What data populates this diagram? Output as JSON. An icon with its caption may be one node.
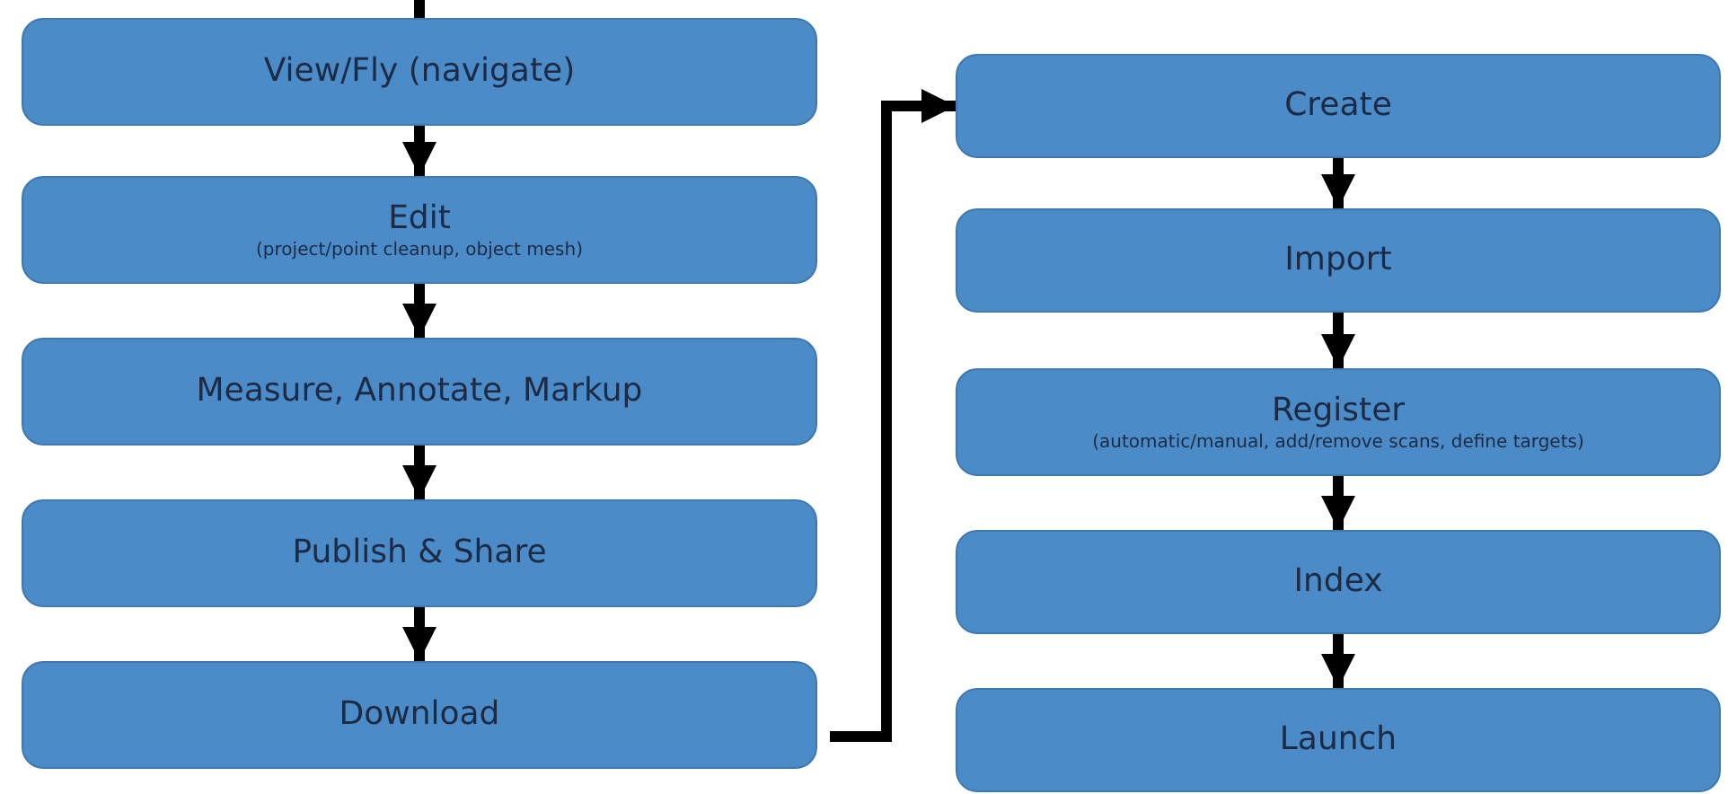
{
  "diagram": {
    "nodes": [
      {
        "text": [
          "View/Fly (navigate)"
        ]
      },
      {
        "text": [
          "Edit",
          "(project/point cleanup, object mesh)"
        ]
      },
      {
        "text": [
          "Measure, Annotate, Markup"
        ]
      },
      {
        "text": [
          "Publish & Share"
        ]
      },
      {
        "text": [
          "Download"
        ]
      },
      {
        "text": [
          "Create"
        ]
      },
      {
        "text": [
          "Import"
        ]
      },
      {
        "text": [
          "Register",
          "(automatic/manual, add/remove scans, define targets)"
        ]
      },
      {
        "text": [
          "Index"
        ]
      },
      {
        "text": [
          "Launch"
        ]
      }
    ],
    "edges": [
      {
        "from": null,
        "to": 0,
        "arrow": "none"
      },
      {
        "from": 0,
        "to": 1,
        "arrow": "to"
      },
      {
        "from": 1,
        "to": 2,
        "arrow": "to"
      },
      {
        "from": 2,
        "to": 3,
        "arrow": "to"
      },
      {
        "from": 3,
        "to": 4,
        "arrow": "to"
      },
      {
        "from": 4,
        "to": 5,
        "arrow": "to"
      },
      {
        "from": 5,
        "to": 6,
        "arrow": "to"
      },
      {
        "from": 6,
        "to": 7,
        "arrow": "to"
      },
      {
        "from": 7,
        "to": 8,
        "arrow": "to"
      },
      {
        "from": 8,
        "to": 9,
        "arrow": "to"
      }
    ]
  }
}
